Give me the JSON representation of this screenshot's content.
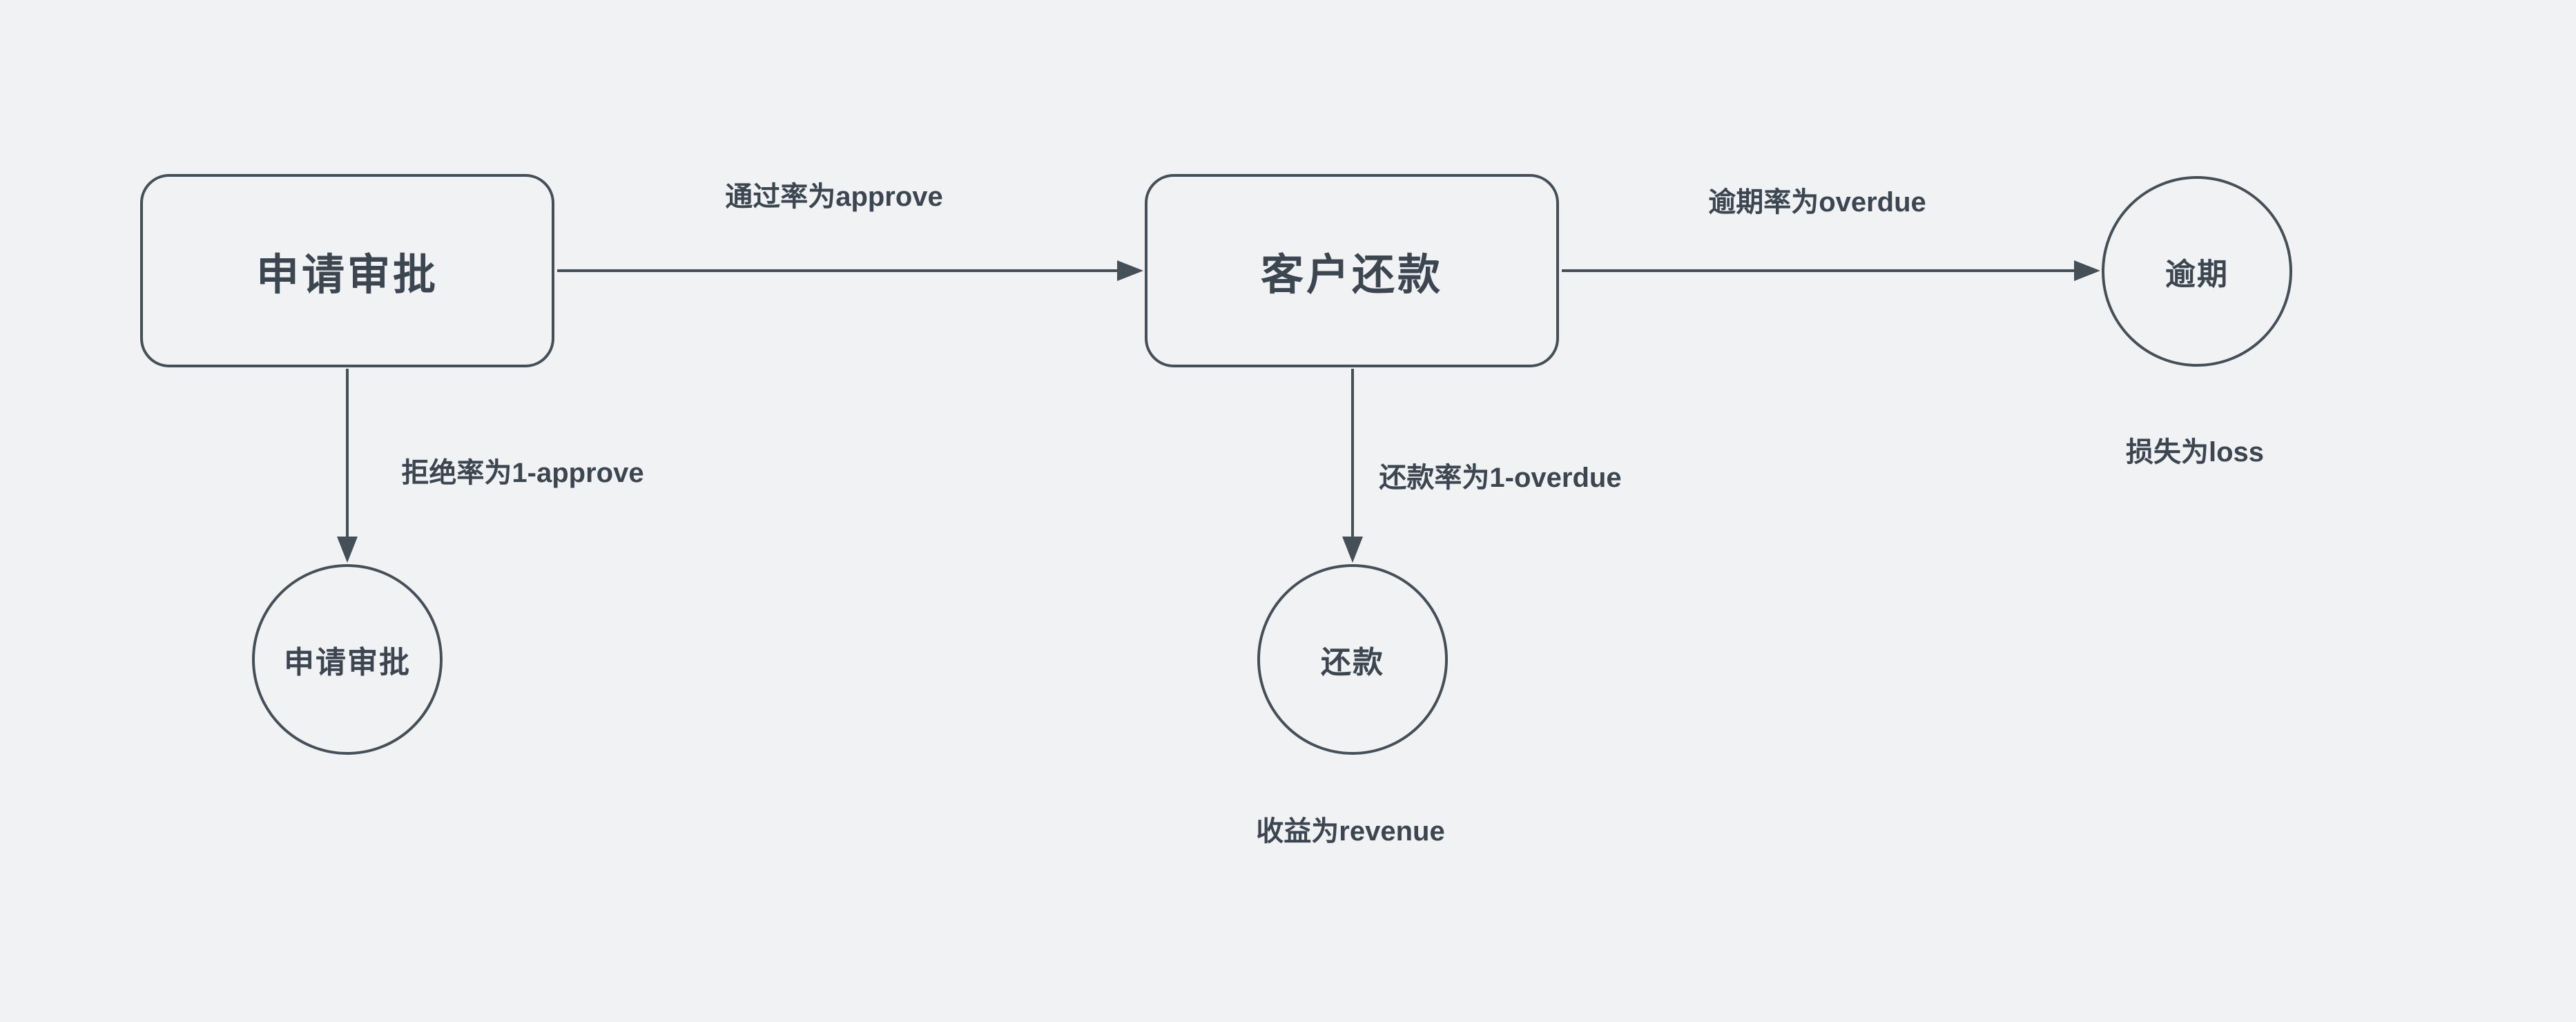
{
  "page": {
    "background_color": "#F0F2F4",
    "stroke_color": "#454F58",
    "text_color": "#3C4650"
  },
  "diagram": {
    "nodes": [
      {
        "id": "apply-approval-box",
        "shape": "rounded-rect",
        "label": "申请审批"
      },
      {
        "id": "customer-repayment-box",
        "shape": "rounded-rect",
        "label": "客户还款"
      },
      {
        "id": "overdue-circle",
        "shape": "circle",
        "label": "逾期"
      },
      {
        "id": "apply-approval-circle",
        "shape": "circle",
        "label": "申请审批"
      },
      {
        "id": "repayment-circle",
        "shape": "circle",
        "label": "还款"
      }
    ],
    "edges": [
      {
        "from": "apply-approval-box",
        "to": "customer-repayment-box",
        "direction": "right",
        "label": "通过率为approve"
      },
      {
        "from": "customer-repayment-box",
        "to": "overdue-circle",
        "direction": "right",
        "label": "逾期率为overdue"
      },
      {
        "from": "apply-approval-box",
        "to": "apply-approval-circle",
        "direction": "down",
        "label": "拒绝率为1-approve"
      },
      {
        "from": "customer-repayment-box",
        "to": "repayment-circle",
        "direction": "down",
        "label": "还款率为1-overdue"
      }
    ],
    "annotations": [
      {
        "for": "overdue-circle",
        "label": "损失为loss"
      },
      {
        "for": "repayment-circle",
        "label": "收益为revenue"
      }
    ]
  }
}
